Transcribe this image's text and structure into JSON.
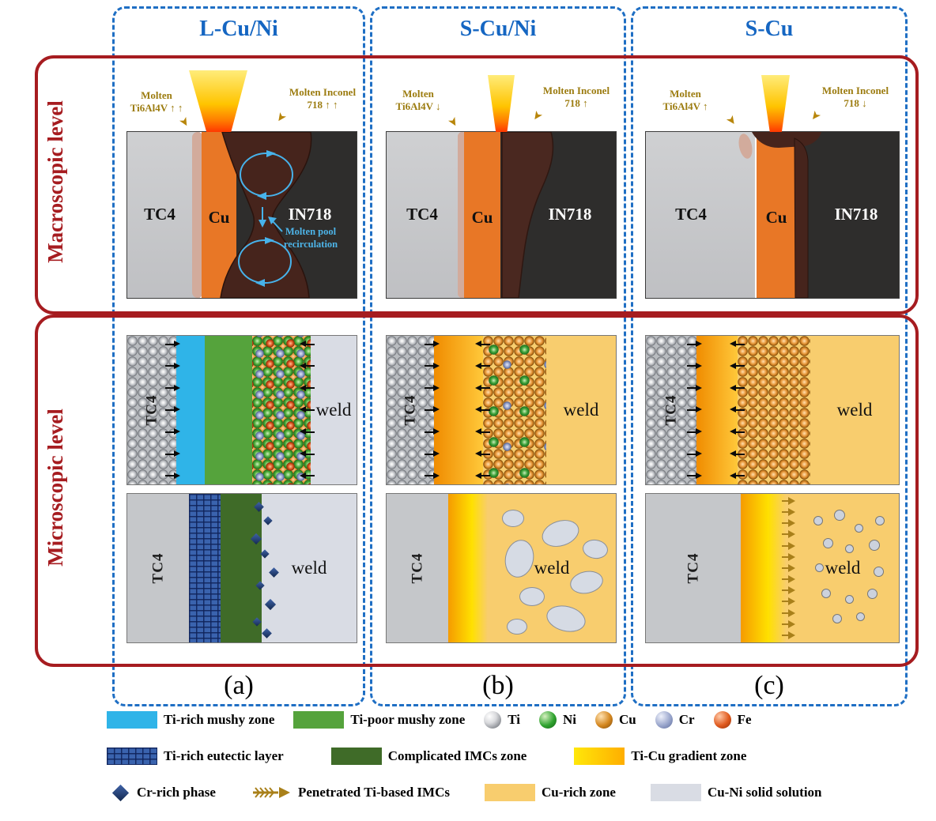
{
  "columns": [
    {
      "title": "L-Cu/Ni",
      "caption": "(a)"
    },
    {
      "title": "S-Cu/Ni",
      "caption": "(b)"
    },
    {
      "title": "S-Cu",
      "caption": "(c)"
    }
  ],
  "sections": {
    "macro": "Macroscopic level",
    "micro": "Microscopic level"
  },
  "macro_panels": [
    {
      "tc4": "TC4",
      "cu": "Cu",
      "in718": "IN718",
      "molten_left": "Molten Ti6Al4V ↑ ↑",
      "molten_right": "Molten Inconel 718 ↑ ↑",
      "recirculation": "Molten pool recirculation"
    },
    {
      "tc4": "TC4",
      "cu": "Cu",
      "in718": "IN718",
      "molten_left": "Molten Ti6Al4V ↓",
      "molten_right": "Molten Inconel 718 ↑"
    },
    {
      "tc4": "TC4",
      "cu": "Cu",
      "in718": "IN718",
      "molten_left": "Molten Ti6Al4V ↑",
      "molten_right": "Molten Inconel 718 ↓"
    }
  ],
  "micro": {
    "tc4": "TC4",
    "weld": "weld"
  },
  "legend": {
    "row1": [
      {
        "label": "Ti-rich mushy zone"
      },
      {
        "label": "Ti-poor mushy zone"
      },
      {
        "label": "Ti"
      },
      {
        "label": "Ni"
      },
      {
        "label": "Cu"
      },
      {
        "label": "Cr"
      },
      {
        "label": "Fe"
      }
    ],
    "row2": [
      {
        "label": "Ti-rich eutectic layer"
      },
      {
        "label": "Complicated IMCs zone"
      },
      {
        "label": "Ti-Cu gradient zone"
      }
    ],
    "row3": [
      {
        "label": "Cr-rich phase"
      },
      {
        "label": "Penetrated Ti-based IMCs"
      },
      {
        "label": "Cu-rich zone"
      },
      {
        "label": "Cu-Ni solid solution"
      }
    ]
  },
  "icons": {
    "pointer": "➤"
  },
  "colors": {
    "column_title_blue": "#1566c2",
    "frame_red": "#a61c20",
    "dashed_blue": "#1f6fc4",
    "cu_orange": "#e87726",
    "in718_dark": "#2e2d2c",
    "tc4_gray": "#c9cacc",
    "molten_pool_brown": "#46241c",
    "molten_label_gold": "#9c7c10",
    "recirculation_blue": "#4db4e8",
    "ti_rich_mushy": "#2fb4e8",
    "ti_poor_mushy": "#55a33c",
    "eutectic_blue": "#3a63ae",
    "imcs_green": "#3f6b28",
    "gradient_yellow": "#ffe000",
    "cu_rich": "#f8cd6e",
    "cu_ni_solution": "#d9dce4",
    "cr_phase_navy": "#1d3a6e",
    "penetrated_gold": "#a9801a"
  }
}
